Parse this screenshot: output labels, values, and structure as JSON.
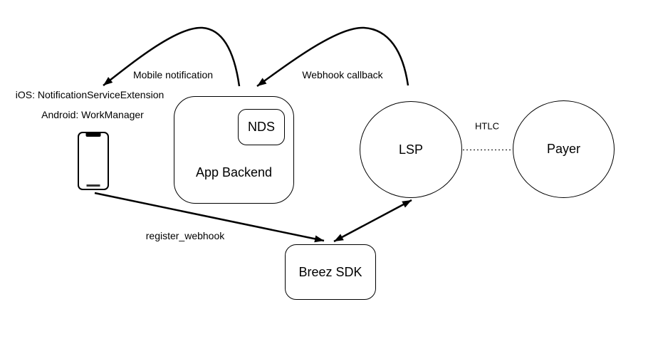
{
  "colors": {
    "background": "#ffffff",
    "stroke": "#000000",
    "text": "#000000"
  },
  "nodes": {
    "phone": {
      "ios_label": "iOS: NotificationServiceExtension",
      "android_label": "Android: WorkManager"
    },
    "app_backend": {
      "label": "App Backend"
    },
    "nds": {
      "label": "NDS"
    },
    "lsp": {
      "label": "LSP"
    },
    "payer": {
      "label": "Payer"
    },
    "breez_sdk": {
      "label": "Breez SDK"
    }
  },
  "edges": {
    "mobile_notification": {
      "label": "Mobile notification",
      "from": "App Backend",
      "to": "mobile device"
    },
    "webhook_callback": {
      "label": "Webhook callback",
      "from": "LSP",
      "to": "App Backend"
    },
    "register_webhook": {
      "label": "register_webhook",
      "from": "mobile device",
      "to": "Breez SDK"
    },
    "htlc": {
      "label": "HTLC",
      "from": "LSP",
      "to": "Payer",
      "style": "dotted"
    },
    "lsp_breez": {
      "label": "",
      "from": "LSP",
      "to": "Breez SDK",
      "style": "double-arrow"
    }
  }
}
